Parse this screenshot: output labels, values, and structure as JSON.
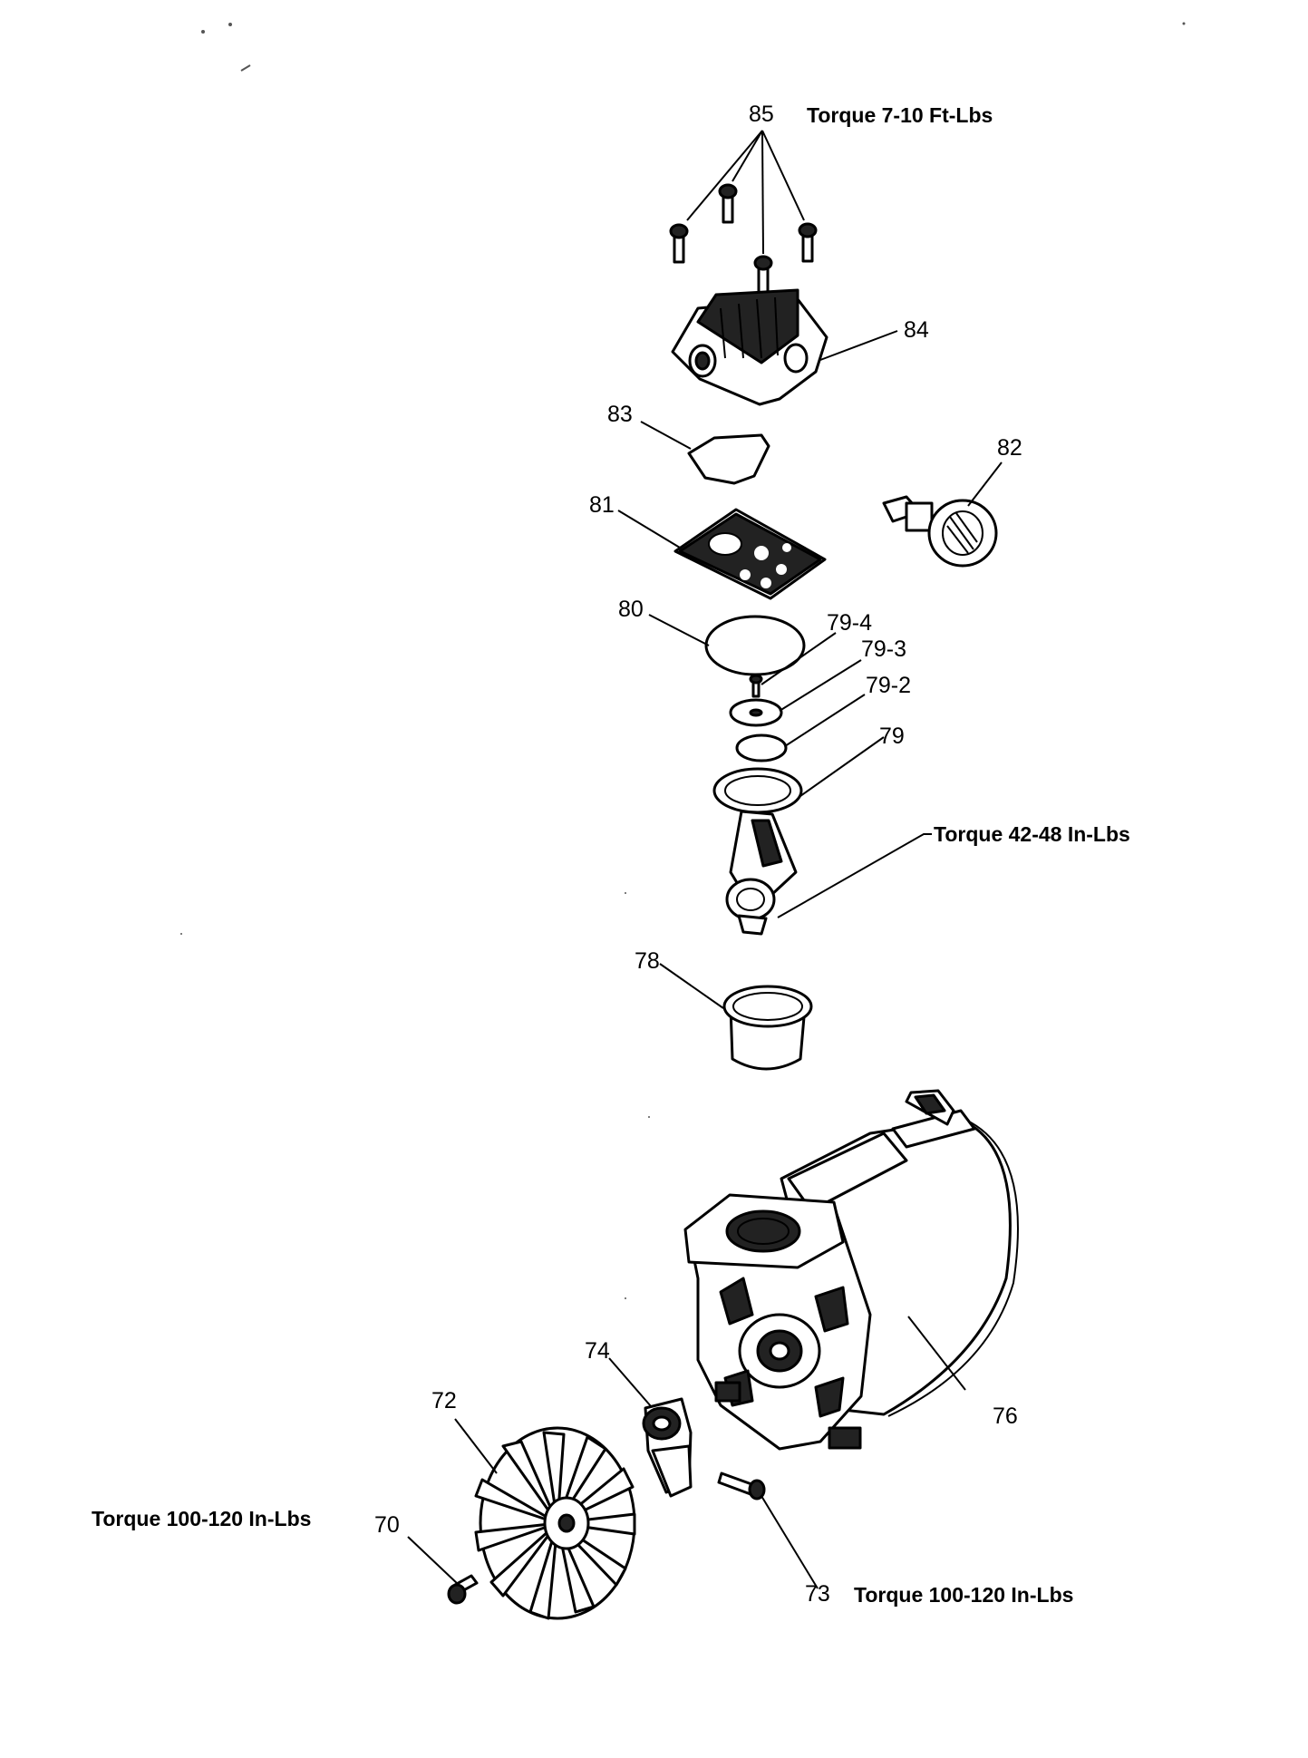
{
  "callouts": {
    "p85": "85",
    "p84": "84",
    "p83": "83",
    "p82": "82",
    "p81": "81",
    "p80": "80",
    "p79_4": "79-4",
    "p79_3": "79-3",
    "p79_2": "79-2",
    "p79": "79",
    "p78": "78",
    "p76": "76",
    "p74": "74",
    "p73": "73",
    "p72": "72",
    "p70": "70"
  },
  "torque": {
    "p85": "Torque 7-10 Ft-Lbs",
    "rod": "Torque 42-48 In-Lbs",
    "p70": "Torque 100-120 In-Lbs",
    "p73": "Torque 100-120 In-Lbs"
  }
}
